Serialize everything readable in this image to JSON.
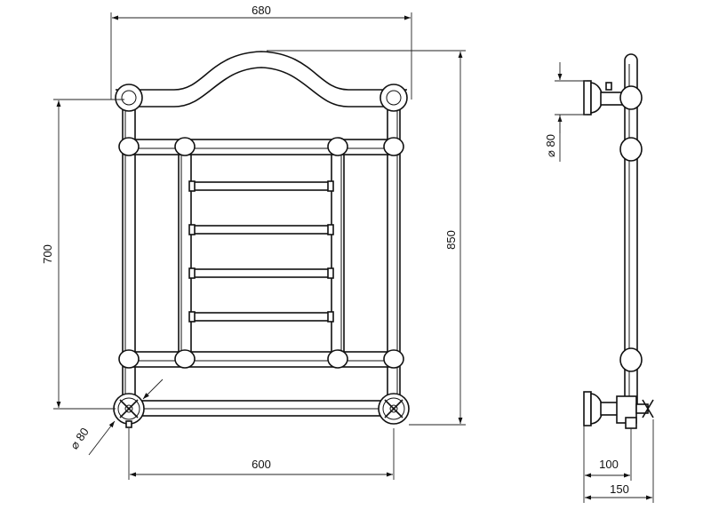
{
  "front_view": {
    "width_top": "680",
    "width_bottom": "600",
    "height_inner": "700",
    "height_total": "850",
    "valve_diameter": "⌀ 80"
  },
  "side_view": {
    "flange_diameter": "⌀ 80",
    "depth_100": "100",
    "depth_150": "150"
  }
}
